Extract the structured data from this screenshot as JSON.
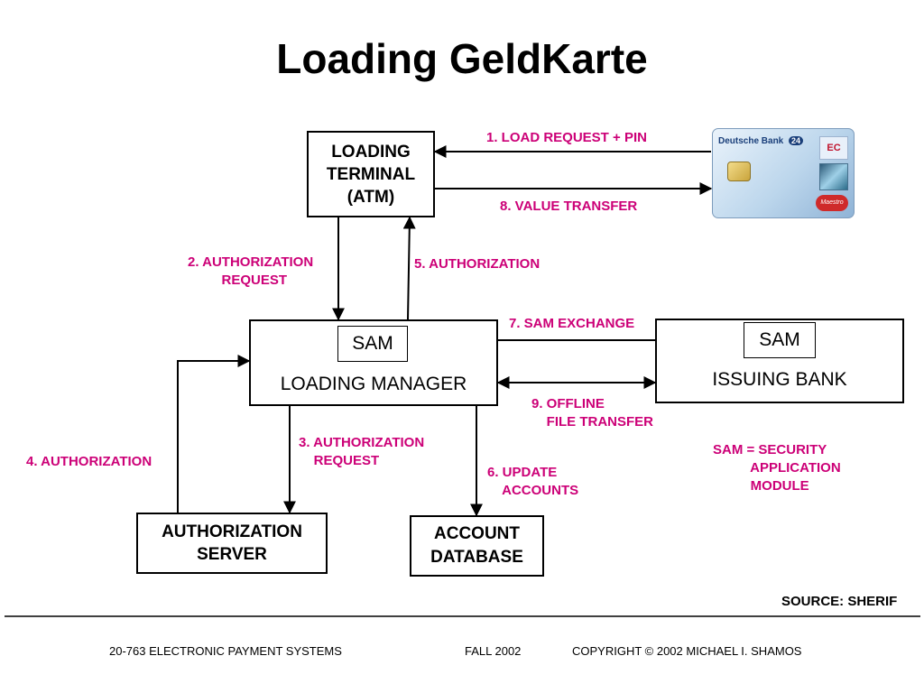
{
  "title": "Loading GeldKarte",
  "nodes": {
    "loading_terminal": "LOADING\nTERMINAL\n(ATM)",
    "loading_manager_sam": "SAM",
    "loading_manager": "LOADING MANAGER",
    "issuing_bank_sam": "SAM",
    "issuing_bank": "ISSUING BANK",
    "authorization_server": "AUTHORIZATION\nSERVER",
    "account_database": "ACCOUNT\nDATABASE"
  },
  "card": {
    "brand": "Deutsche Bank",
    "brand_number": "24",
    "ec_logo": "EC",
    "maestro": "Maestro"
  },
  "steps": {
    "s1": "1. LOAD REQUEST + PIN",
    "s2": "2. AUTHORIZATION\n         REQUEST",
    "s3": "3. AUTHORIZATION\n    REQUEST",
    "s4": "4. AUTHORIZATION",
    "s5": "5. AUTHORIZATION",
    "s6": "6. UPDATE\n    ACCOUNTS",
    "s7": "7. SAM EXCHANGE",
    "s8": "8. VALUE TRANSFER",
    "s9": "9. OFFLINE\n    FILE TRANSFER"
  },
  "legend": "SAM = SECURITY\n          APPLICATION\n          MODULE",
  "source": "SOURCE: SHERIF",
  "footer": {
    "course": "20-763 ELECTRONIC PAYMENT SYSTEMS",
    "term": "FALL 2002",
    "copyright": "COPYRIGHT © 2002 MICHAEL I. SHAMOS"
  },
  "colors": {
    "label": "#cc0077",
    "line": "#000000"
  }
}
